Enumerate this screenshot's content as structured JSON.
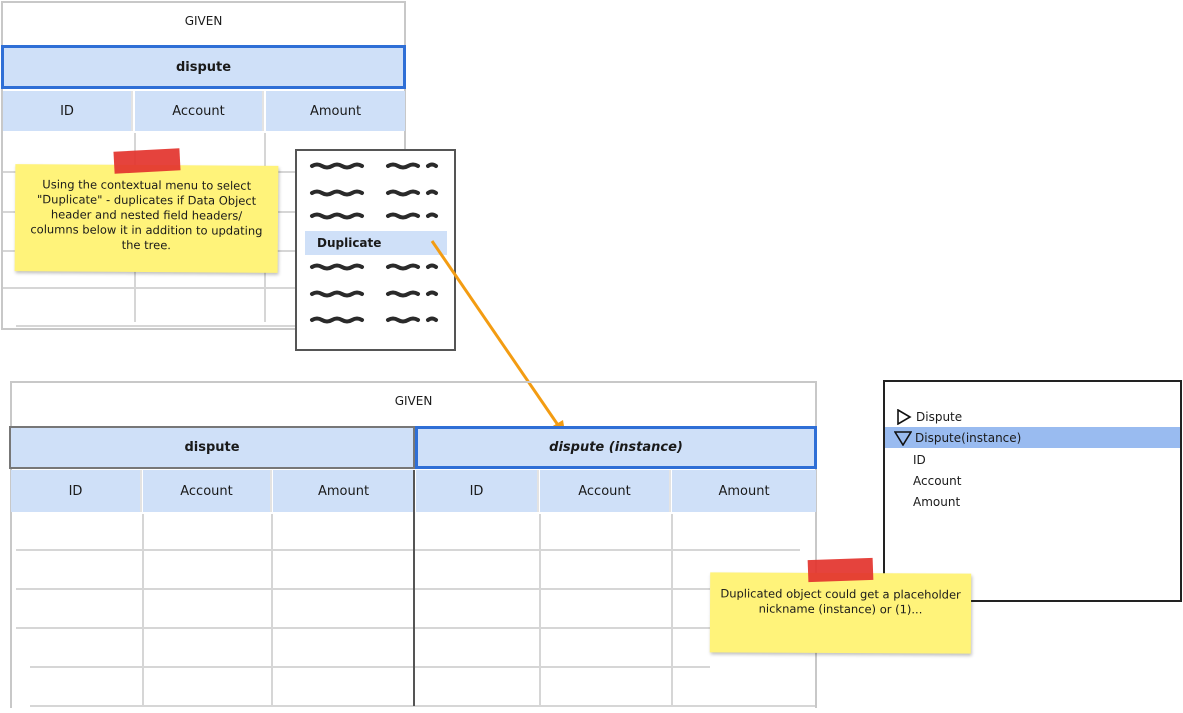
{
  "top_table": {
    "given_label": "GIVEN",
    "object_header": "dispute",
    "columns": [
      "ID",
      "Account",
      "Amount"
    ]
  },
  "context_menu": {
    "highlighted_item": "Duplicate"
  },
  "note_top": {
    "text": "Using the contextual menu to select \"Duplicate\" - duplicates if Data Object header and nested field headers/ columns below it in addition to updating the tree."
  },
  "bottom_table": {
    "given_label": "GIVEN",
    "objects": [
      {
        "header": "dispute",
        "columns": [
          "ID",
          "Account",
          "Amount"
        ]
      },
      {
        "header": "dispute (instance)",
        "columns": [
          "ID",
          "Account",
          "Amount"
        ]
      }
    ]
  },
  "tree": {
    "nodes": [
      {
        "label": "Dispute",
        "expanded": false,
        "selected": false
      },
      {
        "label": "Dispute(instance)",
        "expanded": true,
        "selected": true
      }
    ],
    "children": [
      "ID",
      "Account",
      "Amount"
    ]
  },
  "note_bottom": {
    "text": "Duplicated object could get a placeholder nickname (instance) or (1)..."
  },
  "colors": {
    "header_fill": "#cfe0f8",
    "selection_border": "#2f6fd6",
    "tree_selection": "#99bbf0",
    "note_fill": "#fff37a",
    "tape": "#e3332d",
    "arrow": "#f39c12"
  }
}
